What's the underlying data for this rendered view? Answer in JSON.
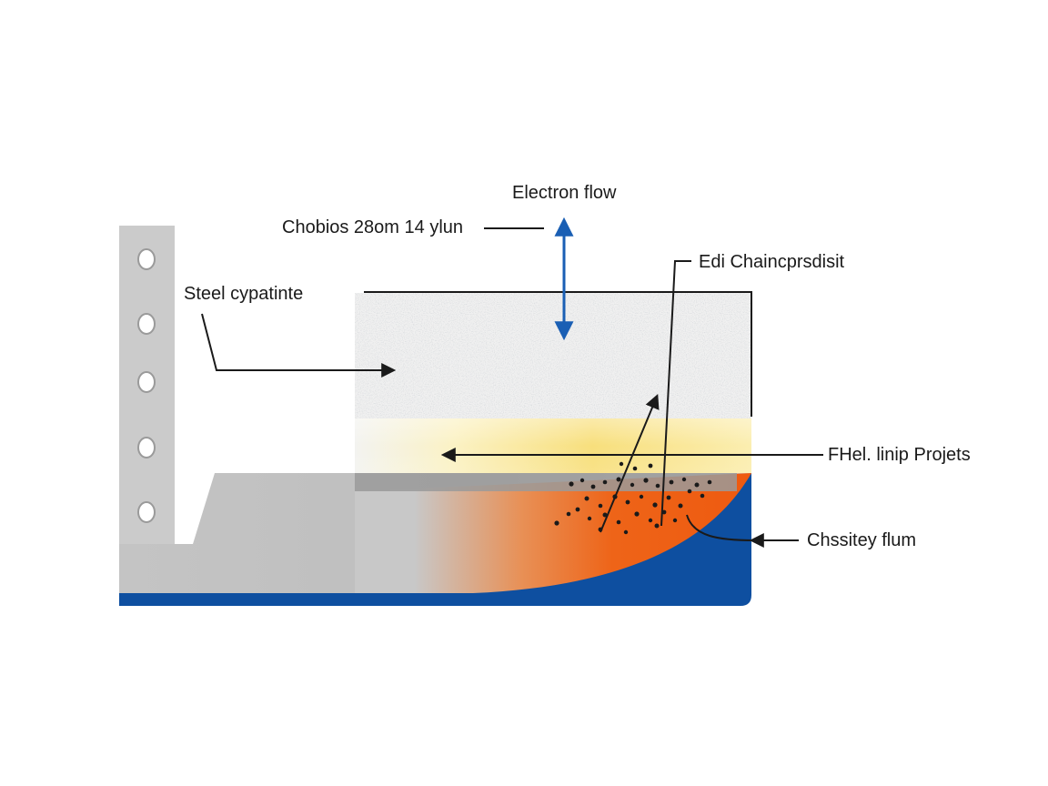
{
  "labels": {
    "electron_flow": "Electron flow",
    "top_left_callout": "Chobios 28om 14 ylun",
    "steel_coating": "Steel cypatinte",
    "edi_callout": "Edi Chaincprsdisit",
    "fhel_callout": "FHel. linip Projets",
    "chssitey_callout": "Chssitey flum"
  },
  "colors": {
    "steel_gray": "#c9c9c9",
    "coating_speckle": "#eeeeee",
    "yellow_zone": "#f6d66a",
    "orange_zone": "#ee6418",
    "blue_base": "#0e4fa0",
    "arrow_blue": "#1a5fb4",
    "line_dark": "#1a1a1a"
  }
}
